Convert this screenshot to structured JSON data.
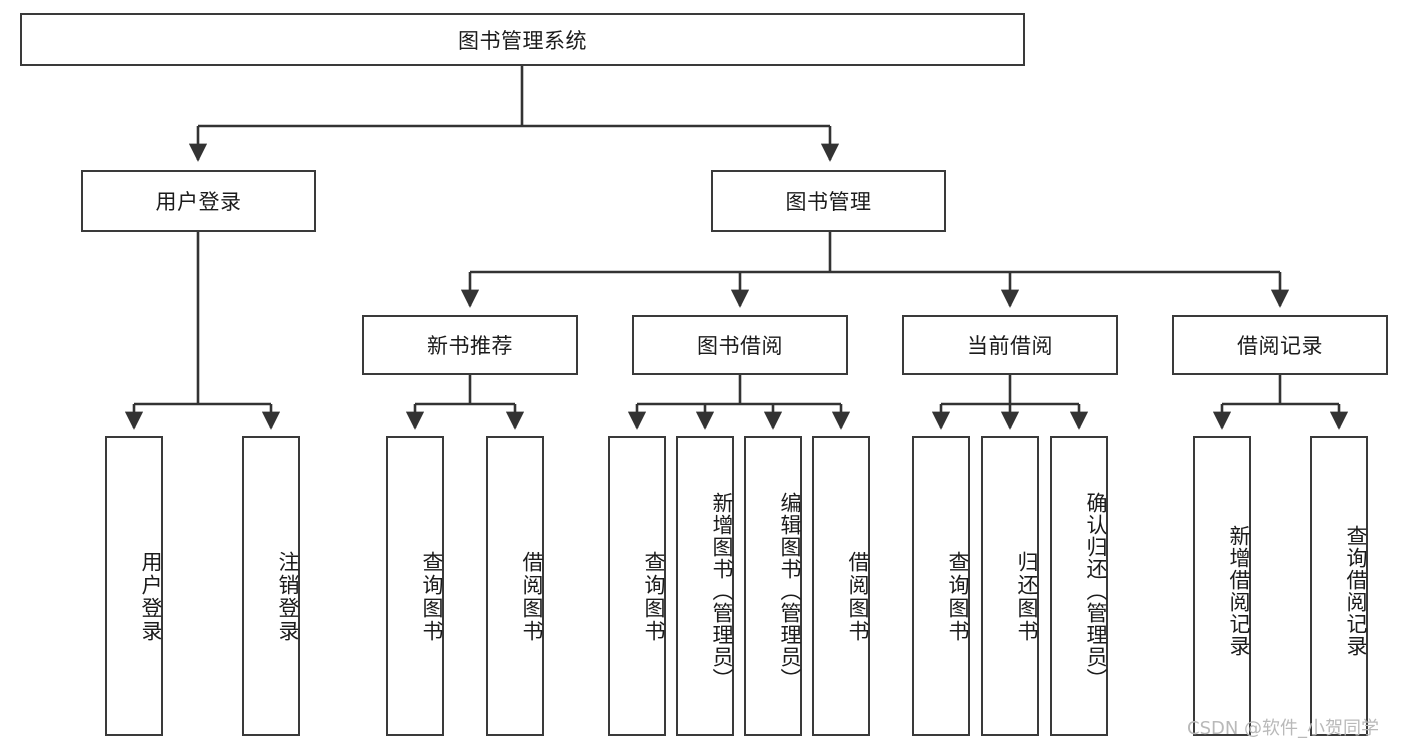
{
  "diagram": {
    "title": "图书管理系统",
    "type": "hierarchy-tree",
    "watermark": "CSDN @软件_小贺同学",
    "colors": {
      "box_border": "#3a3a3a",
      "box_fill": "#ffffff",
      "line": "#333333",
      "text": "#1b1b1b",
      "watermark": "#b9b9b9"
    },
    "root": {
      "label": "图书管理系统"
    },
    "level2": [
      {
        "label": "用户登录"
      },
      {
        "label": "图书管理"
      }
    ],
    "level3": [
      {
        "label": "新书推荐"
      },
      {
        "label": "图书借阅"
      },
      {
        "label": "当前借阅"
      },
      {
        "label": "借阅记录"
      }
    ],
    "leaves": {
      "user_login": [
        {
          "label": "用户登录"
        },
        {
          "label": "注销登录"
        }
      ],
      "new_book_recommend": [
        {
          "label": "查询图书"
        },
        {
          "label": "借阅图书"
        }
      ],
      "book_borrow": [
        {
          "label": "查询图书"
        },
        {
          "label": "新增图书（管理员）"
        },
        {
          "label": "编辑图书（管理员）"
        },
        {
          "label": "借阅图书"
        }
      ],
      "current_borrow": [
        {
          "label": "查询图书"
        },
        {
          "label": "归还图书"
        },
        {
          "label": "确认归还（管理员）"
        }
      ],
      "borrow_record": [
        {
          "label": "新增借阅记录"
        },
        {
          "label": "查询借阅记录"
        }
      ]
    }
  }
}
